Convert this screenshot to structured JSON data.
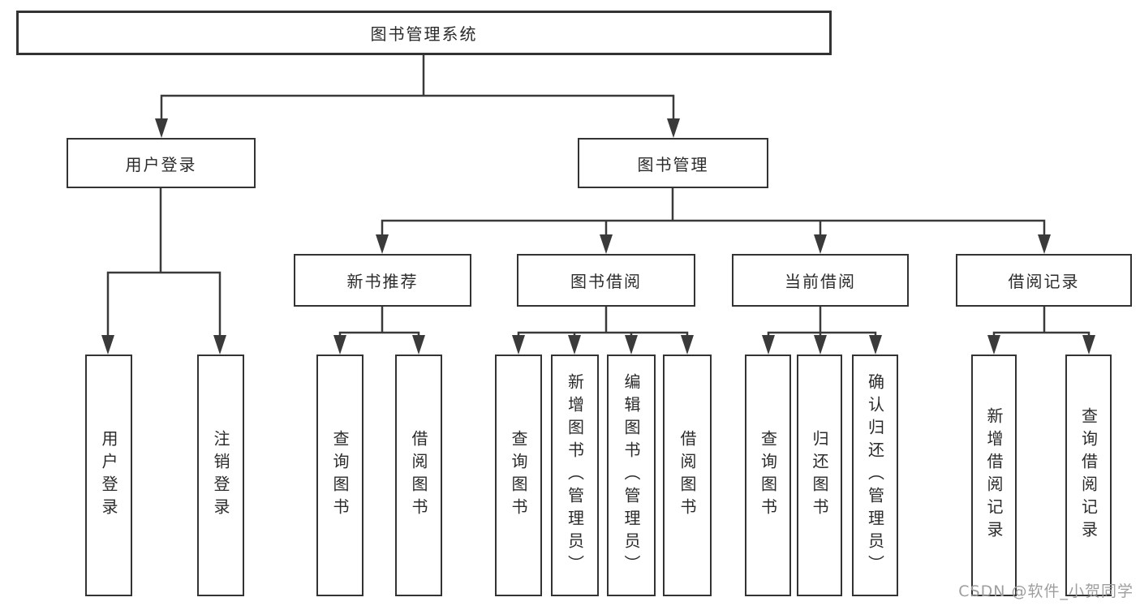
{
  "diagram_title": "图书管理系统",
  "nodes": {
    "root": {
      "label": "图书管理系统"
    },
    "level2": [
      {
        "label": "用户登录"
      },
      {
        "label": "图书管理"
      }
    ],
    "level3": [
      {
        "label": "新书推荐",
        "parent": "图书管理"
      },
      {
        "label": "图书借阅",
        "parent": "图书管理"
      },
      {
        "label": "当前借阅",
        "parent": "图书管理"
      },
      {
        "label": "借阅记录",
        "parent": "图书管理"
      }
    ],
    "leaves": [
      {
        "label": "用户登录",
        "parent": "用户登录"
      },
      {
        "label": "注销登录",
        "parent": "用户登录"
      },
      {
        "label": "查询图书",
        "parent": "新书推荐"
      },
      {
        "label": "借阅图书",
        "parent": "新书推荐"
      },
      {
        "label": "查询图书",
        "parent": "图书借阅"
      },
      {
        "label": "新增图书（管理员）",
        "parent": "图书借阅"
      },
      {
        "label": "编辑图书（管理员）",
        "parent": "图书借阅"
      },
      {
        "label": "借阅图书",
        "parent": "图书借阅"
      },
      {
        "label": "查询图书",
        "parent": "当前借阅"
      },
      {
        "label": "归还图书",
        "parent": "当前借阅"
      },
      {
        "label": "确认归还（管理员）",
        "parent": "当前借阅"
      },
      {
        "label": "新增借阅记录",
        "parent": "借阅记录"
      },
      {
        "label": "查询借阅记录",
        "parent": "借阅记录"
      }
    ]
  },
  "watermark": {
    "text": "CSDN @软件_小贺同学"
  },
  "colors": {
    "line": "#3a3a3a",
    "box_border": "#333333",
    "text": "#2b2b2b",
    "watermark": "#9e9e9e",
    "background": "#ffffff"
  }
}
